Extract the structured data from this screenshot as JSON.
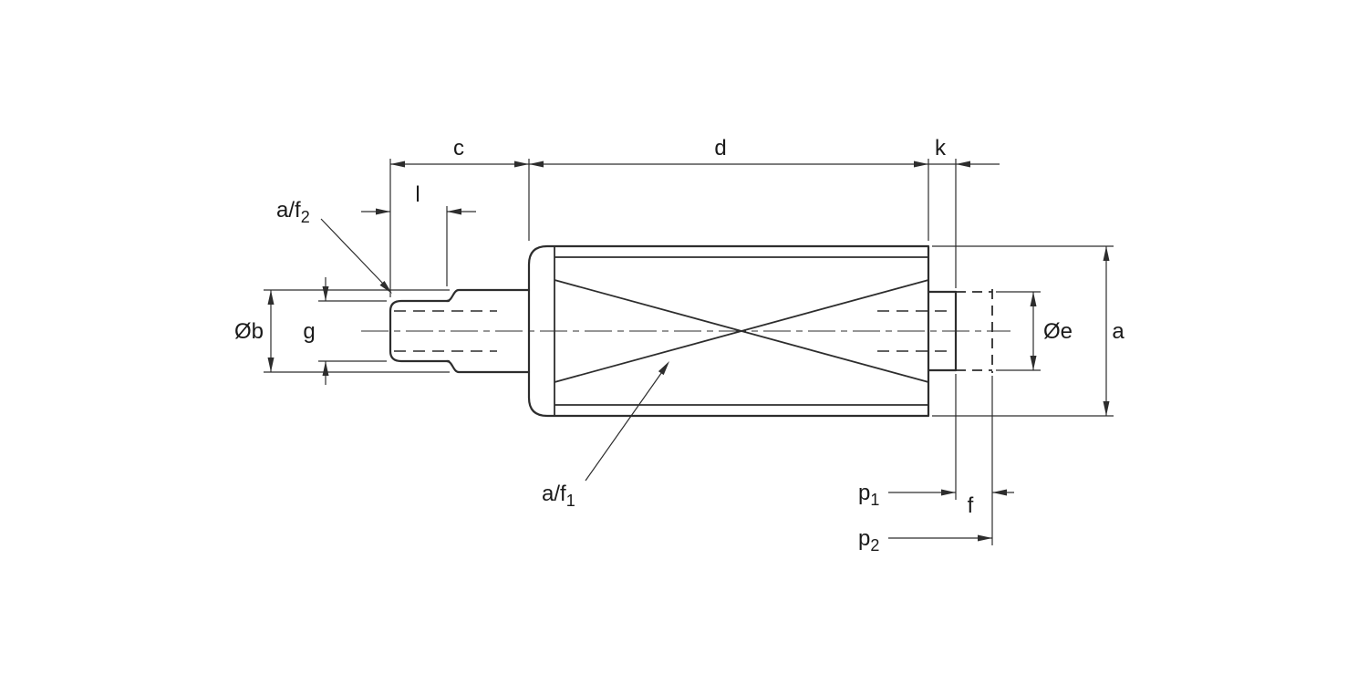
{
  "drawing": {
    "type": "technical-dimension-drawing",
    "colors": {
      "line": "#2d2d2d",
      "text": "#1a1a1a",
      "background": "#ffffff"
    },
    "labels": {
      "c": "c",
      "d": "d",
      "k": "k",
      "l": "l",
      "diameter_b": "Øb",
      "g": "g",
      "diameter_e": "Øe",
      "a": "a",
      "f": "f",
      "af1": {
        "base": "a/f",
        "sub": "1"
      },
      "af2": {
        "base": "a/f",
        "sub": "2"
      },
      "p1": {
        "base": "p",
        "sub": "1"
      },
      "p2": {
        "base": "p",
        "sub": "2"
      }
    }
  }
}
